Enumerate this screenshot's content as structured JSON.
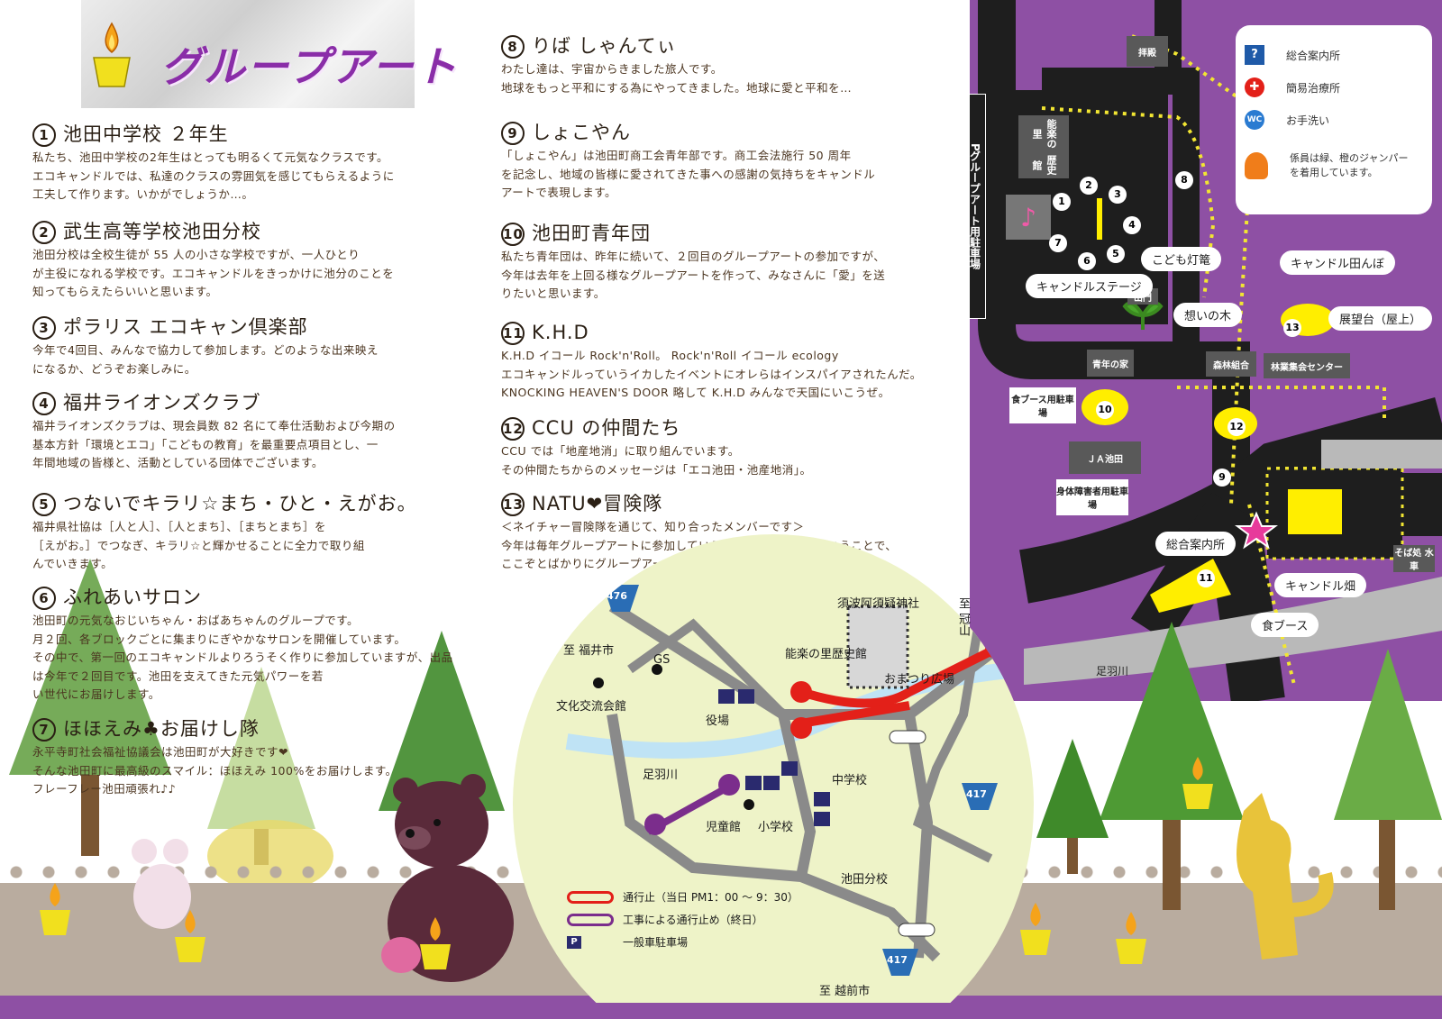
{
  "title": "グループアート",
  "entries": [
    {
      "num": "1",
      "name": "池田中学校 ２年生",
      "text": "私たち、池田中学校の2年生はとっても明るくて元気なクラスです。\nエコキャンドルでは、私達のクラスの雰囲気を感じてもらえるように\n工夫して作ります。いかがでしょうか…。"
    },
    {
      "num": "2",
      "name": "武生高等学校池田分校",
      "text": "池田分校は全校生徒が 55 人の小さな学校ですが、一人ひとり\nが主役になれる学校です。エコキャンドルをきっかけに池分のことを\n知ってもらえたらいいと思います。"
    },
    {
      "num": "3",
      "name": "ポラリス エコキャン倶楽部",
      "text": "今年で4回目、みんなで協力して参加します。どのような出来映え\nになるか、どうぞお楽しみに。"
    },
    {
      "num": "4",
      "name": "福井ライオンズクラブ",
      "text": "福井ライオンズクラブは、現会員数 82 名にて奉仕活動および今期の\n基本方針「環境とエコ」「こどもの教育」を最重要点項目とし、一\n年間地域の皆様と、活動としている団体でございます。"
    },
    {
      "num": "5",
      "name": "つないでキラリ☆まち・ひと・えがお。",
      "text": "福井県社協は［人と人］、［人とまち］、［まちとまち］を\n［えがお。］でつなぎ、キラリ☆と輝かせることに全力で取り組\nんでいきます。"
    },
    {
      "num": "6",
      "name": "ふれあいサロン",
      "text": "池田町の元気なおじいちゃん・おばあちゃんのグループです。\n月２回、各ブロックごとに集まりにぎやかなサロンを開催しています。\nその中で、第一回のエコキャンドルよりろうそく作りに参加していますが、出品は今年で２回目です。池田を支えてきた元気パワーを若\nい世代にお届けします。"
    },
    {
      "num": "7",
      "name": "ほほえみ♣お届けし隊",
      "text": "永平寺町社会福祉協議会は池田町が大好きです❤\nそんな池田町に最高級のスマイル：ほほえみ 100%をお届けします。\nフレーフレー池田頑張れ♪♪"
    },
    {
      "num": "8",
      "name": "りば しゃんてぃ",
      "text": "わたし達は、宇宙からきました旅人です。\n地球をもっと平和にする為にやってきました。地球に愛と平和を…"
    },
    {
      "num": "9",
      "name": "しょこやん",
      "text": "「しょこやん」は池田町商工会青年部です。商工会法施行 50 周年\nを記念し、地域の皆様に愛されてきた事への感謝の気持ちをキャンドル\nアートで表現します。"
    },
    {
      "num": "10",
      "name": "池田町青年団",
      "text": "私たち青年団は、昨年に続いて、２回目のグループアートの参加ですが、\n今年は去年を上回る様なグループアートを作って、みなさんに「愛」を送\nりたいと思います。"
    },
    {
      "num": "11",
      "name": "K.H.D",
      "text": "K.H.D イコール Rock'n'Roll。  Rock'n'Roll イコール ecology\nエコキャンドルっていうイカしたイベントにオレらはインスパイアされたんだ。\nKNOCKING HEAVEN'S DOOR 略して K.H.D  みんなで天国にいこうぜ。"
    },
    {
      "num": "12",
      "name": "CCU の仲間たち",
      "text": "CCU では「地産地消」に取り組んでいます。\nその仲間たちからのメッセージは「エコ池田・池産地消」。"
    },
    {
      "num": "13",
      "name": "NATU❤冒険隊",
      "text": "＜ネイチャー冒険隊を通じて、知り合ったメンバーです＞\n今年は毎年グループアートに参加している本家本元がでないということで、\nここぞとばかりにグループアートに参加を決めました。"
    }
  ],
  "big_map": {
    "legend": [
      {
        "icon": "?",
        "label": "総合案内所"
      },
      {
        "icon": "✚",
        "label": "簡易治療所"
      },
      {
        "icon": "WC",
        "label": "お手洗い"
      },
      {
        "icon": "",
        "label": "係員は緑、橙のジャンパーを着用しています。"
      }
    ],
    "buildings": {
      "haiden": "拝殿",
      "noh": "能楽の里",
      "rekishikan": "歴史館",
      "seinen": "青年の家",
      "shinrin": "森林組合",
      "ringyo": "林業集会センター",
      "ja": "ＪＡ池田",
      "soba": "そば処 水車",
      "sanmon": "山門"
    },
    "parking": {
      "group": "グループアート用駐車場",
      "food": "食ブース用駐車場",
      "disabled": "身体障害者用駐車場",
      "p": "P"
    },
    "tags": {
      "kodomo": "こども灯篭",
      "stage": "キャンドルステージ",
      "omoi": "想いの木",
      "tanbo": "キャンドル田んぼ",
      "tenbo": "展望台（屋上）",
      "annai": "総合案内所",
      "batake": "キャンドル畑",
      "food": "食ブース",
      "river": "足羽川"
    },
    "spot_numbers": [
      "1",
      "2",
      "3",
      "4",
      "5",
      "6",
      "7",
      "8",
      "9",
      "10",
      "11",
      "12",
      "13"
    ]
  },
  "town_map": {
    "labels": {
      "fukui": "至 福井市",
      "gs": "GS",
      "bunka": "文化交流会館",
      "yakuba": "役場",
      "river": "足羽川",
      "jido": "児童館",
      "shogakko": "小学校",
      "chugakko": "中学校",
      "bunko": "池田分校",
      "echizen": "至 越前市",
      "kanmuri": "至 冠山",
      "jinja": "須波阿須疑神社",
      "rekishikan": "能楽の里歴史館",
      "hiroba": "おまつり広場"
    },
    "routes": {
      "r476": "476",
      "r417a": "417",
      "r417b": "417"
    },
    "legend": [
      {
        "label": "通行止（当日 PM1：00 〜 9：30）",
        "color": "#e32019"
      },
      {
        "label": "工事による通行止め（終日）",
        "color": "#7b2d8c"
      },
      {
        "label": "一般車駐車場",
        "color": "#2a2a6e"
      }
    ],
    "p": "P"
  }
}
